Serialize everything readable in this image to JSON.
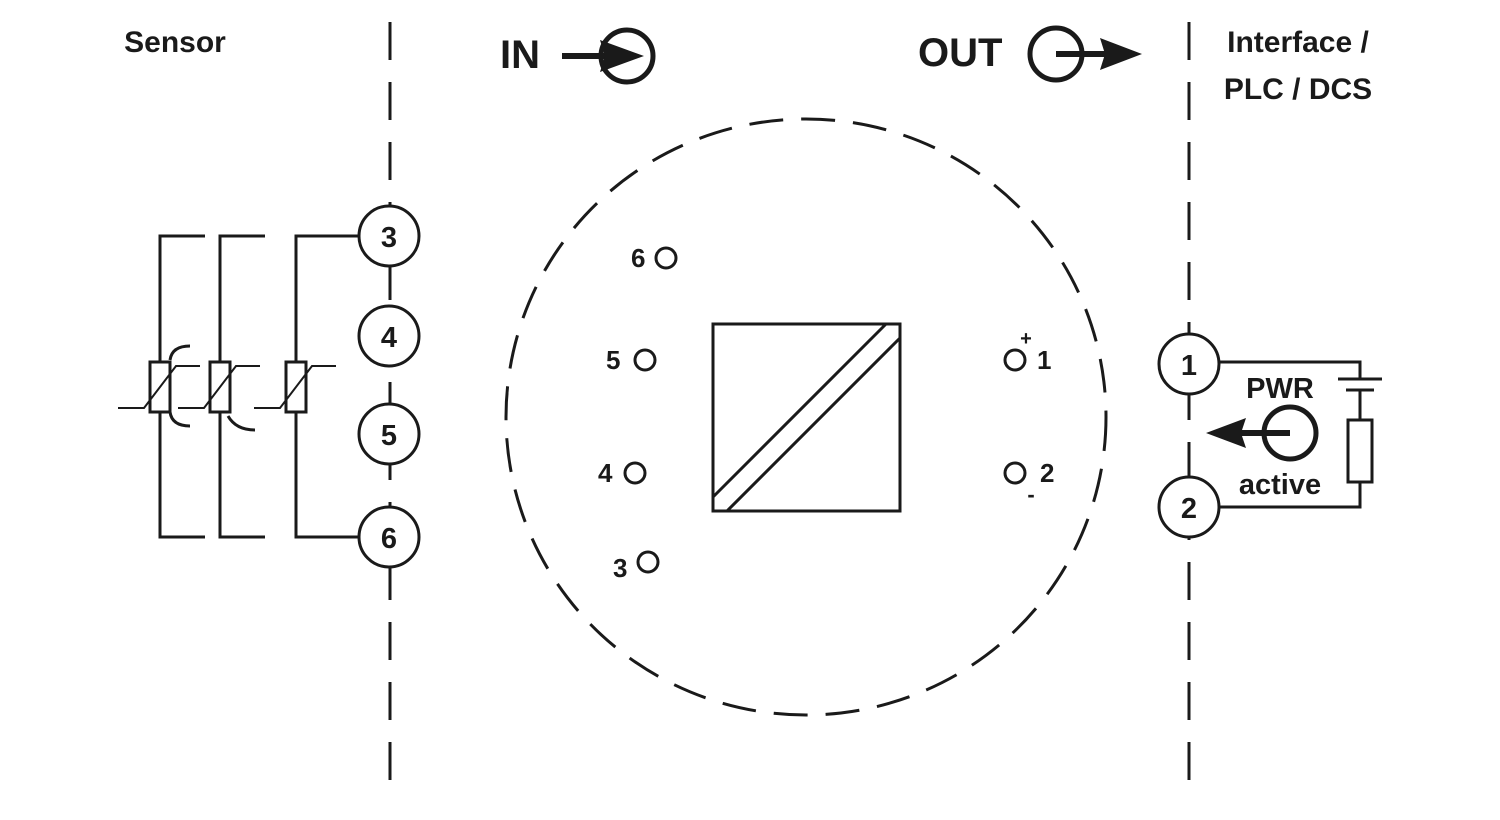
{
  "headers": {
    "sensor": "Sensor",
    "in": "IN",
    "out": "OUT",
    "interface_line1": "Interface /",
    "interface_line2": "PLC / DCS"
  },
  "sensor_terminals": [
    "3",
    "4",
    "5",
    "6"
  ],
  "input_pins": {
    "p6": "6",
    "p5": "5",
    "p4": "4",
    "p3": "3"
  },
  "output_pins": {
    "p1": "1",
    "p1_sign": "+",
    "p2": "2",
    "p2_sign": "-"
  },
  "interface_terminals": [
    "1",
    "2"
  ],
  "power": {
    "label": "PWR",
    "mode": "active"
  },
  "colors": {
    "line": "#1a1a1a",
    "background": "#ffffff"
  }
}
